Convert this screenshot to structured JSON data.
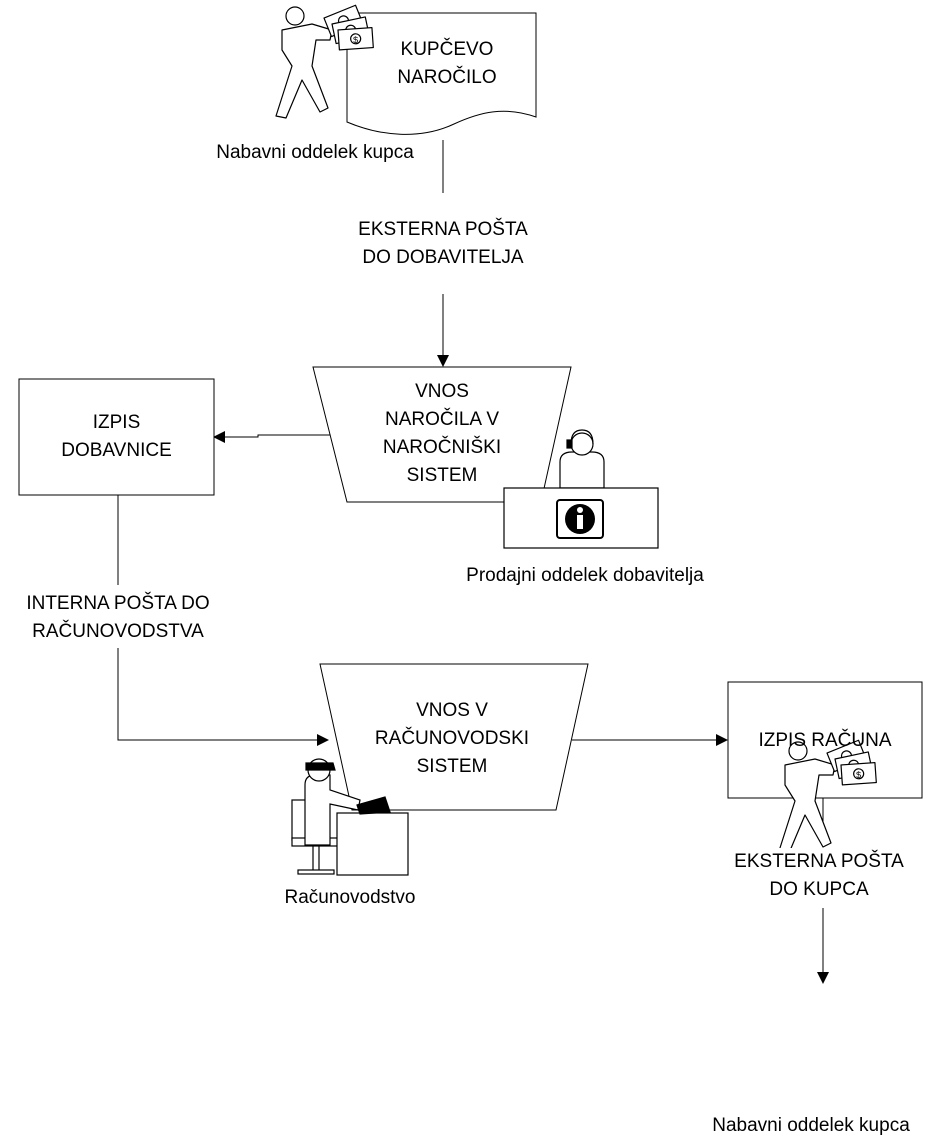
{
  "diagram": {
    "nodes": {
      "kupcevo_narocilo": "KUPČEVO\nNAROČILO",
      "vnos_narocila": "VNOS\nNAROČILA V\nNAROČNIŠKI\nSISTEM",
      "izpis_dobavnice": "IZPIS\nDOBAVNICE",
      "vnos_racunovodski": "VNOS V\nRAČUNOVODSKI\nSISTEM",
      "izpis_racuna": "IZPIS RAČUNA"
    },
    "edges": {
      "eksterna_dobavitelj": "EKSTERNA POŠTA\nDO DOBAVITELJA",
      "interna_racunovodstvo": "INTERNA POŠTA DO\nRAČUNOVODSTVA",
      "eksterna_kupec": "EKSTERNA POŠTA\nDO KUPCA"
    },
    "actors": {
      "nabavni_top": "Nabavni oddelek kupca",
      "prodajni": "Prodajni oddelek dobavitelja",
      "racunovodstvo": "Računovodstvo",
      "nabavni_bottom": "Nabavni oddelek kupca"
    },
    "icons": [
      "person-with-money-icon",
      "call-center-agent-icon",
      "info-icon",
      "accountant-at-desk-icon"
    ]
  }
}
